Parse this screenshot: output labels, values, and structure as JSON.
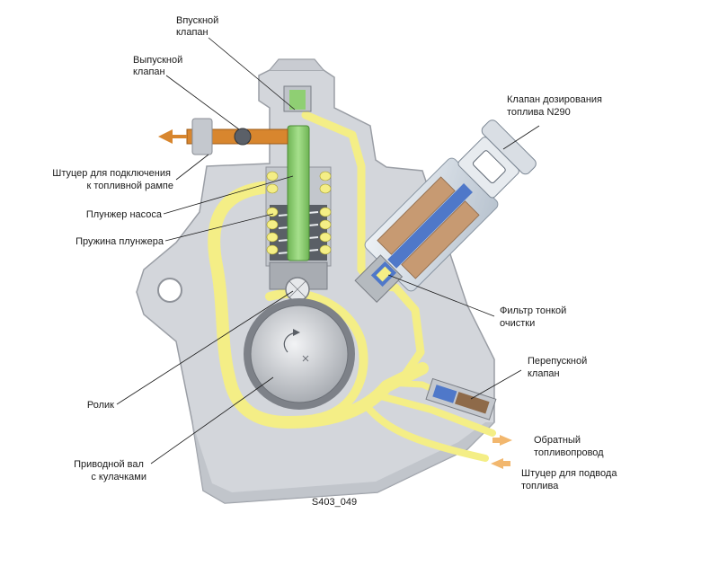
{
  "figure_code": "S403_049",
  "labels": {
    "inlet_valve": [
      "Впускной",
      "клапан"
    ],
    "outlet_valve": [
      "Выпускной",
      "клапан"
    ],
    "metering_valve": [
      "Клапан дозирования",
      "топлива N290"
    ],
    "rail_connector": [
      "Штуцер для подключения",
      "к топливной рампе"
    ],
    "pump_plunger": [
      "Плунжер насоса"
    ],
    "plunger_spring": [
      "Пружина плунжера"
    ],
    "fine_filter": [
      "Фильтр тонкой",
      "очистки"
    ],
    "bypass_valve": [
      "Перепускной",
      "клапан"
    ],
    "roller": [
      "Ролик"
    ],
    "return_line": [
      "Обратный",
      "топливопровод"
    ],
    "drive_shaft": [
      "Приводной вал",
      "с кулачками"
    ],
    "fuel_supply_connector": [
      "Штуцер для подвода",
      "топлива"
    ]
  },
  "colors": {
    "housing": "#d3d6db",
    "housing_stroke": "#9a9ea5",
    "fuel": "#f4ee86",
    "plunger": "#8fcf73",
    "orange": "#d8862e",
    "blue": "#4f78c9",
    "arrow": "#f2b76e",
    "text": "#1a1a1a"
  }
}
